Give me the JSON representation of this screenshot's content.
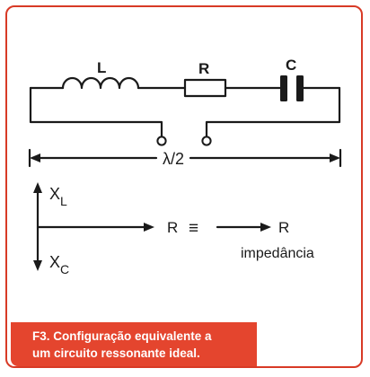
{
  "colors": {
    "frame": "#d83a26",
    "caption_bg": "#e4452e",
    "ink": "#1a1a1a"
  },
  "circuit": {
    "inductor_label": "L",
    "resistor_label": "R",
    "capacitor_label": "C",
    "span_label": "λ/2"
  },
  "reactance": {
    "xl_main": "X",
    "xl_sub": "L",
    "xc_main": "X",
    "xc_sub": "C",
    "r_left": "R",
    "equiv": "≡",
    "r_right": "R",
    "impedance_label": "impedância"
  },
  "caption": {
    "line1": "F3. Configuração equivalente a",
    "line2": "um circuito ressonante ideal."
  }
}
